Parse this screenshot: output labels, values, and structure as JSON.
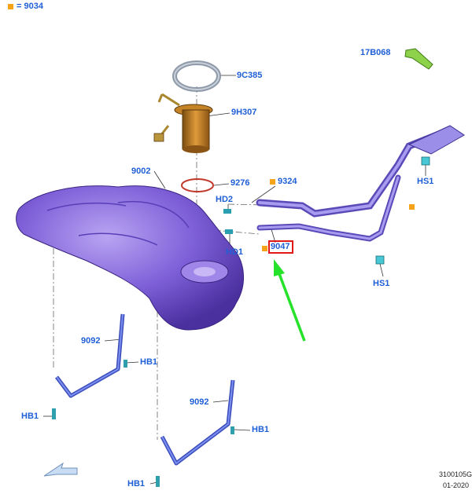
{
  "legend": {
    "value": "= 9034"
  },
  "callouts": {
    "p17b068": "17B068",
    "p9c385": "9C385",
    "p9h307": "9H307",
    "p9002": "9002",
    "p9276": "9276",
    "p9324": "9324",
    "hd2": "HD2",
    "hd1": "HD1",
    "p9047": "9047",
    "hs1_top": "HS1",
    "hs1_bottom": "HS1",
    "p9092_left": "9092",
    "p9092_right": "9092",
    "hb1_a": "HB1",
    "hb1_b": "HB1",
    "hb1_c": "HB1",
    "hb1_d": "HB1"
  },
  "footer": {
    "code": "3100105G",
    "date": "01-2020"
  },
  "colors": {
    "label": "#1f5fd6",
    "marker": "#f5a318",
    "highlight": "#e01818",
    "arrow": "#27e22a",
    "tank": "#7b5bd6",
    "strap": "#5a6fd8"
  }
}
